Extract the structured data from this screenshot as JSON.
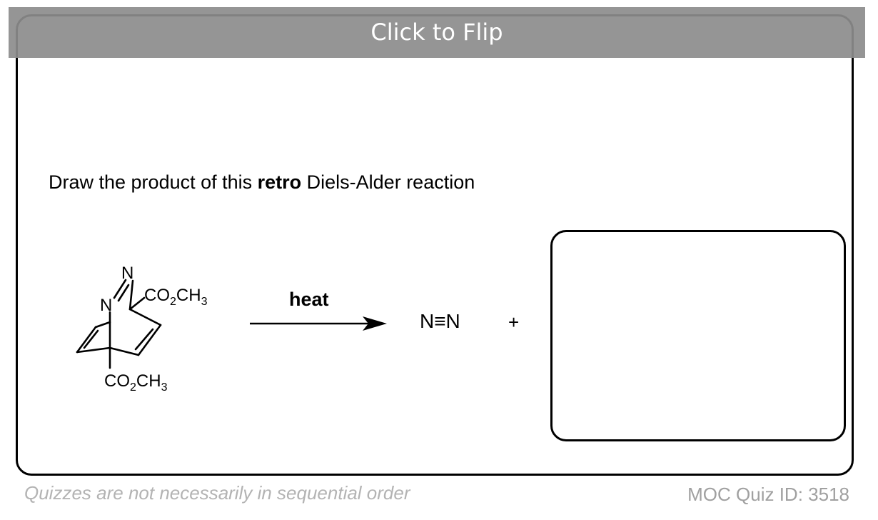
{
  "flip_button": {
    "label": "Click to Flip"
  },
  "question": {
    "prefix": "Draw the product of this ",
    "emphasis": "retro",
    "suffix": " Diels-Alder reaction"
  },
  "reaction": {
    "reactant_labels": {
      "n_top": "N",
      "n_bridge": "N",
      "ester_upper": "CO",
      "ester_lower": "CO",
      "sub2": "2",
      "ch": "CH",
      "sub3": "3"
    },
    "condition": "heat",
    "byproduct": "N≡N",
    "plus": "+"
  },
  "footer": {
    "note": "Quizzes are not necessarily in sequential order",
    "quiz_id": "MOC Quiz ID: 3518"
  }
}
